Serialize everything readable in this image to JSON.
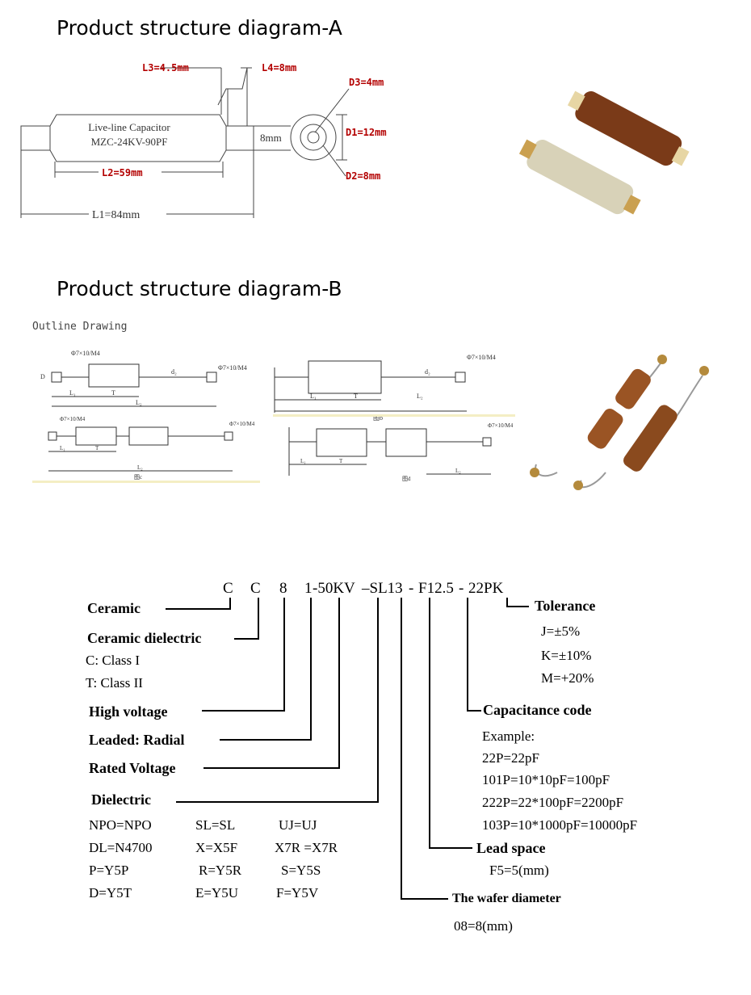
{
  "heading_a": "Product structure diagram-A",
  "heading_b": "Product structure diagram-B",
  "diagram_a": {
    "l3": "L3=4.5mm",
    "l4": "L4=8mm",
    "d3": "D3=4mm",
    "d1": "D1=12mm",
    "d2": "D2=8mm",
    "body_line1": "Live-line Capacitor",
    "body_line2": "MZC-24KV-90PF",
    "l2": "L2=59mm",
    "l1": "L1=84mm",
    "gap": "8mm"
  },
  "diagram_b": {
    "outline": "Outline Drawing",
    "lead_spec": "Φ7×10/M4",
    "t": "T",
    "l1": "L₁",
    "l2": "L₂",
    "d": "D",
    "d2": "d₂",
    "fig_b": "图b",
    "fig_c": "图c",
    "fig_d": "图d"
  },
  "code": {
    "parts": [
      "C",
      "C",
      "8",
      "1",
      "-50KV",
      "–SL13",
      "-",
      "F12.5",
      "-",
      "22PK"
    ],
    "ceramic": "Ceramic",
    "ceramic_dielectric": "Ceramic dielectric",
    "class1": "C: Class I",
    "class2": "T: Class II",
    "high_voltage": "High voltage",
    "leaded": "Leaded: Radial",
    "rated_voltage": "Rated Voltage",
    "dielectric": "Dielectric",
    "dielectric_rows": [
      [
        "NPO=NPO",
        "SL=SL",
        "UJ=UJ"
      ],
      [
        "DL=N4700",
        "X=X5F",
        "X7R =X7R"
      ],
      [
        "P=Y5P",
        "R=Y5R",
        "S=Y5S"
      ],
      [
        "D=Y5T",
        "E=Y5U",
        "F=Y5V"
      ]
    ],
    "tolerance": "Tolerance",
    "tolerance_items": [
      "J=±5%",
      "K=±10%",
      "M=+20%"
    ],
    "capacitance_code": "Capacitance code",
    "capacitance_items": [
      "Example:",
      "22P=22pF",
      "101P=10*10pF=100pF",
      "222P=22*100pF=2200pF",
      "103P=10*1000pF=10000pF"
    ],
    "lead_space": "Lead space",
    "lead_space_item": "F5=5(mm)",
    "wafer": "The wafer diameter",
    "wafer_item": "08=8(mm)"
  }
}
